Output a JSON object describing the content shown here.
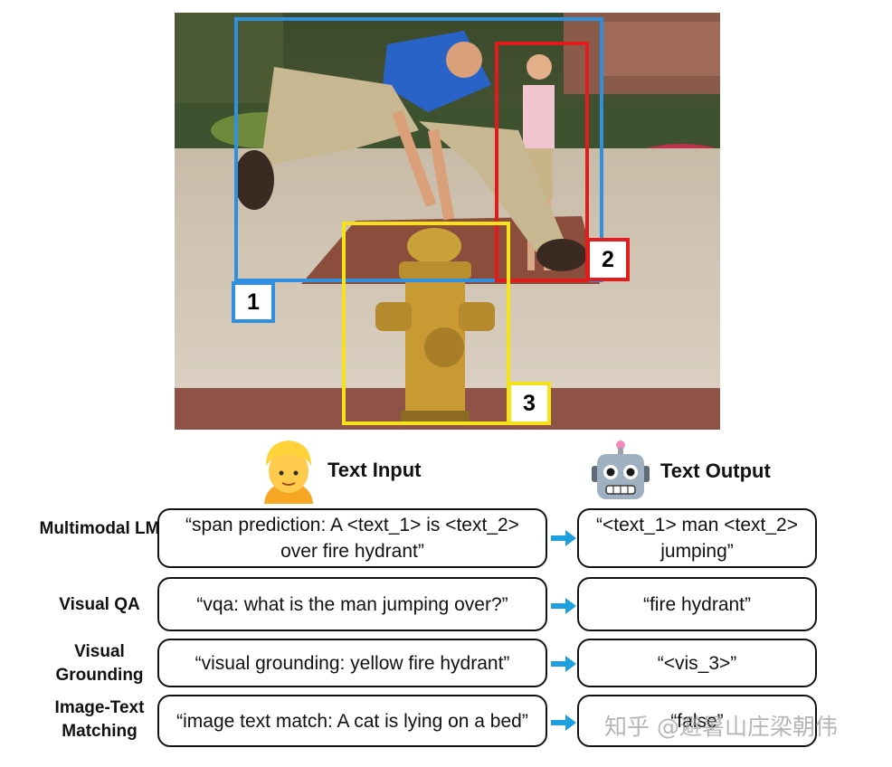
{
  "figure": {
    "box_labels": [
      "1",
      "2",
      "3"
    ],
    "box_colors": {
      "box_1": "#2f8fe0",
      "box_2": "#e21c1c",
      "box_3": "#f5e21a"
    },
    "headers": {
      "input_label": "Text Input",
      "output_label": "Text Output",
      "input_icon": "person-emoji-icon",
      "output_icon": "robot-emoji-icon"
    },
    "tasks": [
      {
        "name": "Multimodal LM",
        "input": "“span prediction: A <text_1> is <text_2> over fire hydrant”",
        "output": "“<text_1> man <text_2> jumping”"
      },
      {
        "name": "Visual QA",
        "input": "“vqa: what is the man jumping over?”",
        "output": "“fire hydrant”"
      },
      {
        "name": "Visual Grounding",
        "input": "“visual grounding: yellow fire hydrant”",
        "output": "“<vis_3>”"
      },
      {
        "name": "Image-Text Matching",
        "input": "“image text match: A cat is lying on a bed”",
        "output": "“false”"
      }
    ],
    "arrow_color": "#1ea0e0",
    "watermark": "知乎 @避暑山庄梁朝伟"
  }
}
